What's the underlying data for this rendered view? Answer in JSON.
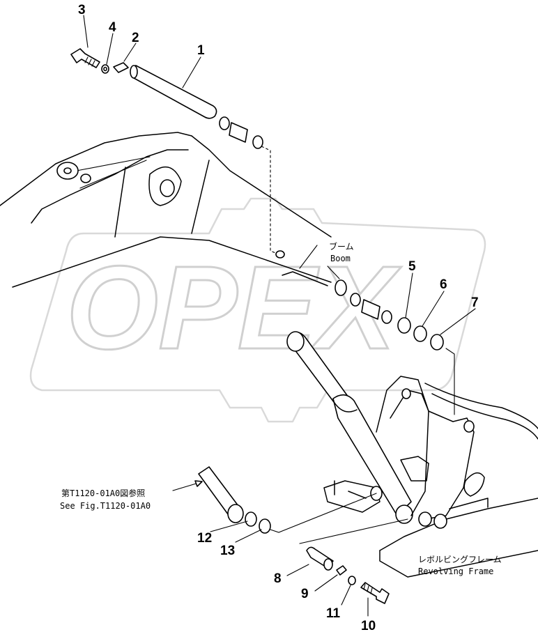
{
  "watermark": {
    "text": "OPEX"
  },
  "callouts": [
    {
      "id": "1",
      "label": "1"
    },
    {
      "id": "2",
      "label": "2"
    },
    {
      "id": "3",
      "label": "3"
    },
    {
      "id": "4",
      "label": "4"
    },
    {
      "id": "5",
      "label": "5"
    },
    {
      "id": "6",
      "label": "6"
    },
    {
      "id": "7",
      "label": "7"
    },
    {
      "id": "8",
      "label": "8"
    },
    {
      "id": "9",
      "label": "9"
    },
    {
      "id": "10",
      "label": "10"
    },
    {
      "id": "11",
      "label": "11"
    },
    {
      "id": "12",
      "label": "12"
    },
    {
      "id": "13",
      "label": "13"
    }
  ],
  "labels": {
    "boom_jp": "ブーム",
    "boom_en": "Boom",
    "see_fig_jp": "第T1120-01A0図参照",
    "see_fig_en": "See Fig.T1120-01A0",
    "frame_jp": "レボルビングフレーム",
    "frame_en": "Revolving Frame"
  }
}
